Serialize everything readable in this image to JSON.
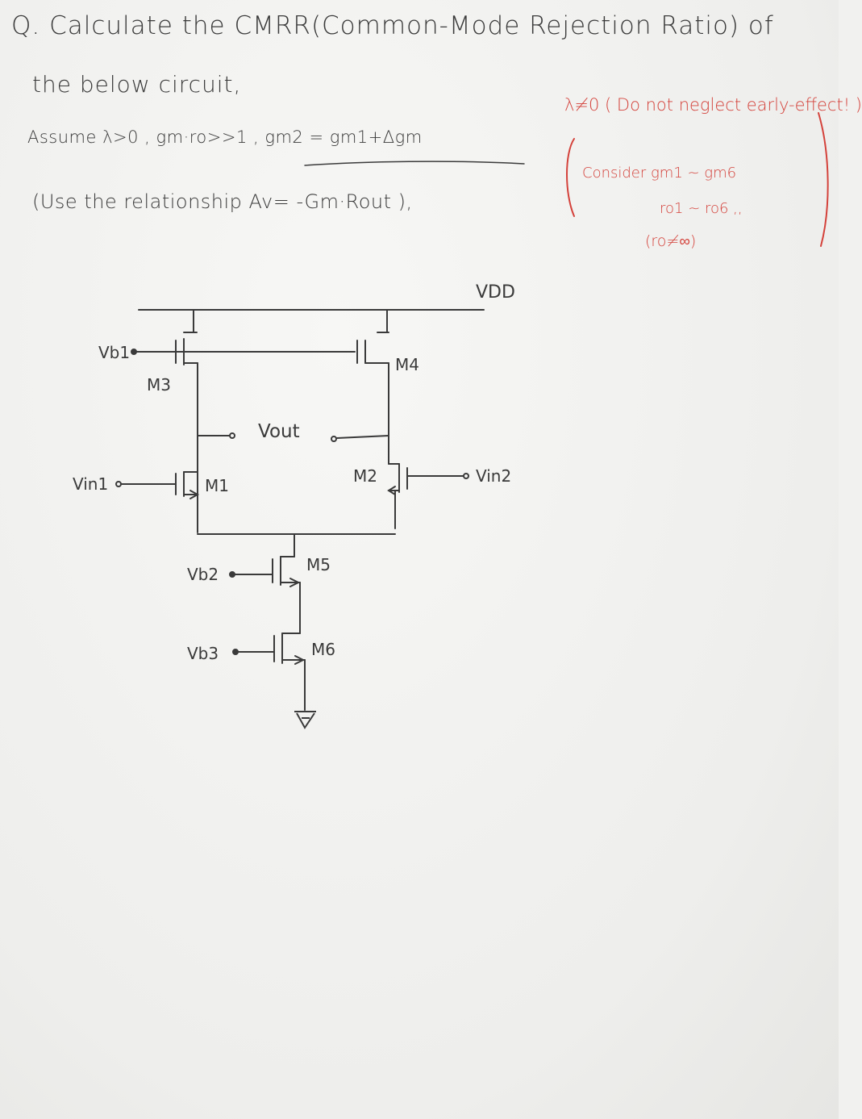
{
  "question": {
    "line1": "Q. Calculate the CMRR(Common-Mode Rejection Ratio) of",
    "line2": "the below circuit,",
    "assume": "Assume λ>0 , gm·ro>>1 , gm2 = gm1+Δgm",
    "use_relationship": "(Use the relationship Av= -Gm·Rout ),"
  },
  "annotations": {
    "lambda_note": "λ≠0 ( Do not neglect early-effect! )",
    "consider": "Consider gm1 ~ gm6",
    "ro_equal": "ro1 ~ ro6 ,,",
    "ro_infinite": "(ro≠∞)",
    "color": "#d4423b"
  },
  "circuit": {
    "labels": {
      "vdd": "VDD",
      "vb1": "Vb1",
      "m3": "M3",
      "m4": "M4",
      "vout": "Vout",
      "m1": "M1",
      "m2": "M2",
      "vin1": "Vin1",
      "vin2": "Vin2",
      "vb2": "Vb2",
      "m5": "M5",
      "vb3": "Vb3",
      "m6": "M6"
    },
    "ground_icon": "ground-icon",
    "ink_color": "#3a3a3a"
  }
}
